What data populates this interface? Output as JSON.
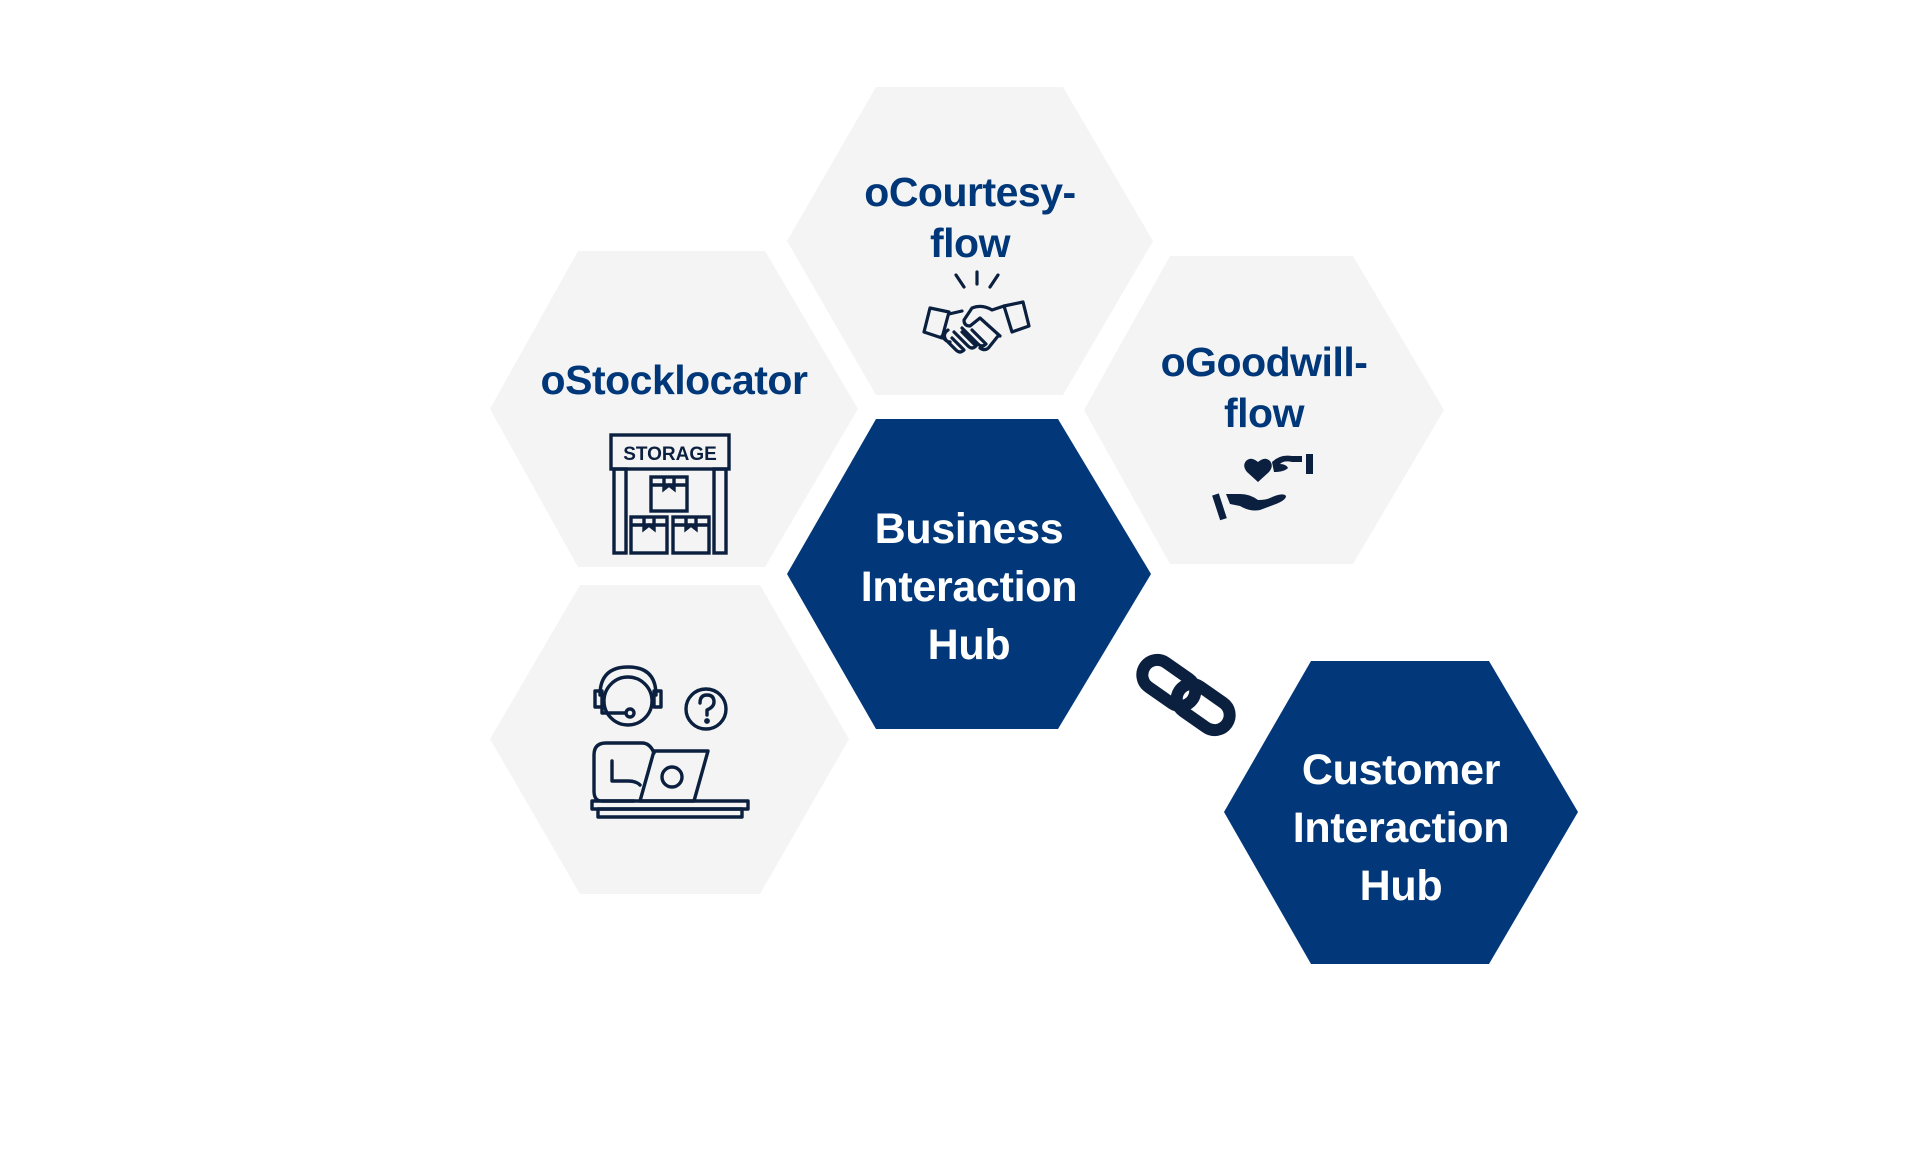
{
  "colors": {
    "hub_fill": "#02387A",
    "module_fill": "#F4F4F4",
    "module_text": "#003778",
    "icon_stroke": "#0B1F3F",
    "hub_text": "#FFFFFF"
  },
  "modules": {
    "courtesy": {
      "line1": "oCourtesy-",
      "line2": "flow",
      "icon": "handshake-icon"
    },
    "stocklocator": {
      "line1": "oStocklocator",
      "icon": "storage-warehouse-icon",
      "icon_label": "STORAGE"
    },
    "goodwill": {
      "line1": "oGoodwill-",
      "line2": "flow",
      "icon": "giving-heart-hands-icon"
    },
    "support": {
      "icon": "customer-support-agent-icon"
    }
  },
  "hubs": {
    "business": {
      "line1": "Business",
      "line2": "Interaction",
      "line3": "Hub"
    },
    "customer": {
      "line1": "Customer",
      "line2": "Interaction",
      "line3": "Hub"
    }
  },
  "connector": {
    "icon": "chain-link-icon"
  }
}
